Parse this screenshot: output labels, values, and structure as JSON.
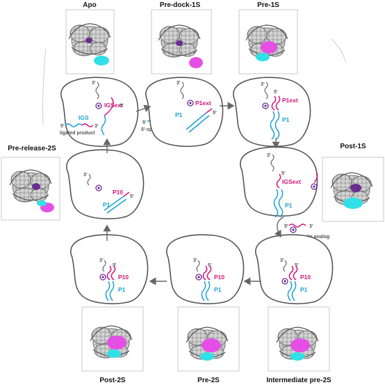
{
  "colors": {
    "magenta": "#d4147a",
    "cyan": "#1aa0d6",
    "purple": "#6a2c91",
    "outline": "#555555",
    "arrow": "#666666"
  },
  "states": {
    "apo": "Apo",
    "pre_dock_1s": "Pre-dock-1S",
    "pre_1s": "Pre-1S",
    "post_1s": "Post-1S",
    "pre_release_2s": "Pre-release-2S",
    "post_2s": "Post-2S",
    "pre_2s": "Pre-2S",
    "intermediate_pre_2s": "Intermediate pre-2S"
  },
  "labels": {
    "igsext": "IGSext",
    "igs": "IGS",
    "p1ext": "P1ext",
    "p1": "P1",
    "p10": "P10",
    "g": "G",
    "five_prime": "5'",
    "three_prime": "3'",
    "five_splice_analog": "5'-splice site analog",
    "three_splice_analog": "3'-splice site analog",
    "ligated_product": "ligated product"
  }
}
